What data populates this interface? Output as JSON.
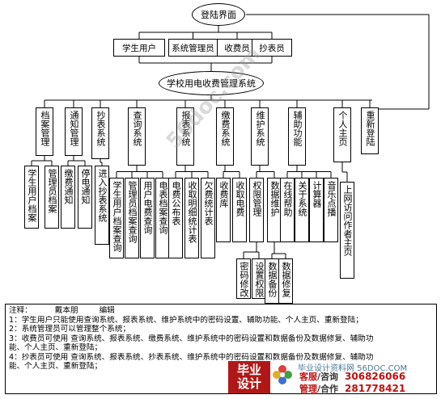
{
  "diagram": {
    "login": "登陆界面",
    "users": [
      "学生用户",
      "系统管理员",
      "收费员",
      "抄表员"
    ],
    "system": "学校用电收费管理系统",
    "modules": [
      {
        "label": "档案管理",
        "children": [
          "学生用户档案",
          "管理员档案"
        ]
      },
      {
        "label": "通知管理",
        "children": [
          "缴费通知",
          "停电通知"
        ]
      },
      {
        "label": "抄表系统",
        "children": [
          "进入抄表系统"
        ]
      },
      {
        "label": "查询系统",
        "children": [
          "学生用户档案查询",
          "管理员档案查询",
          "用户电费查询",
          "电表档案查询"
        ]
      },
      {
        "label": "报表系统",
        "children": [
          "电费公布表",
          "收取明细统计表",
          "欠费统计表"
        ]
      },
      {
        "label": "缴费系统",
        "children": [
          "收费库",
          "收取电费"
        ]
      },
      {
        "label": "维护系统",
        "children": [
          "权限管理",
          "数据维护"
        ]
      },
      {
        "label": "辅助功能",
        "children": [
          "在线帮助",
          "关于系统",
          "计算器",
          "音乐点播"
        ]
      },
      {
        "label": "个人主页",
        "children": [
          "上网访问作者主页"
        ]
      },
      {
        "label": "重新登陆",
        "children": []
      }
    ],
    "sub_permission": [
      "密码修改",
      "设置权限"
    ],
    "sub_data": [
      "数据备份",
      "数据修复"
    ]
  },
  "notes": {
    "title": "注释：",
    "author": "戴本朋",
    "editor": "编辑",
    "lines": [
      "1：学生用户只能使用查询系统、报表系统、维护系统中的密码设置、辅助功能、个人主页、重新登陆；",
      "2：系统管理员可以管理整个系统；",
      "3：收费员可使用 查询系统、报表系统、缴费系统、维护系统中的密码设置和数据备份及数据修复、辅助功",
      "能、个人主页、重新登陆；",
      "4：抄表员可使用 查询系统、报表系统、抄表系统、维护系统中的密码设置和数据备份及数据修复、辅助功",
      "能、个人主页、重新登陆；"
    ]
  },
  "watermark": "56doc.com",
  "banner": {
    "logo_line1": "毕业",
    "logo_line2": "设计",
    "site": "毕业设计资料网 56DOC.COM",
    "row1_label": "客服",
    "row1_sep": "/咨询",
    "row1_number": "306826066",
    "row2_label": "管理",
    "row2_sep": "/合作",
    "row2_number": "281778421"
  },
  "colors": {
    "line": "#000000",
    "logo_bg": "#b01818",
    "accent_red": "#c01010",
    "site_text": "#4a7a9a"
  }
}
